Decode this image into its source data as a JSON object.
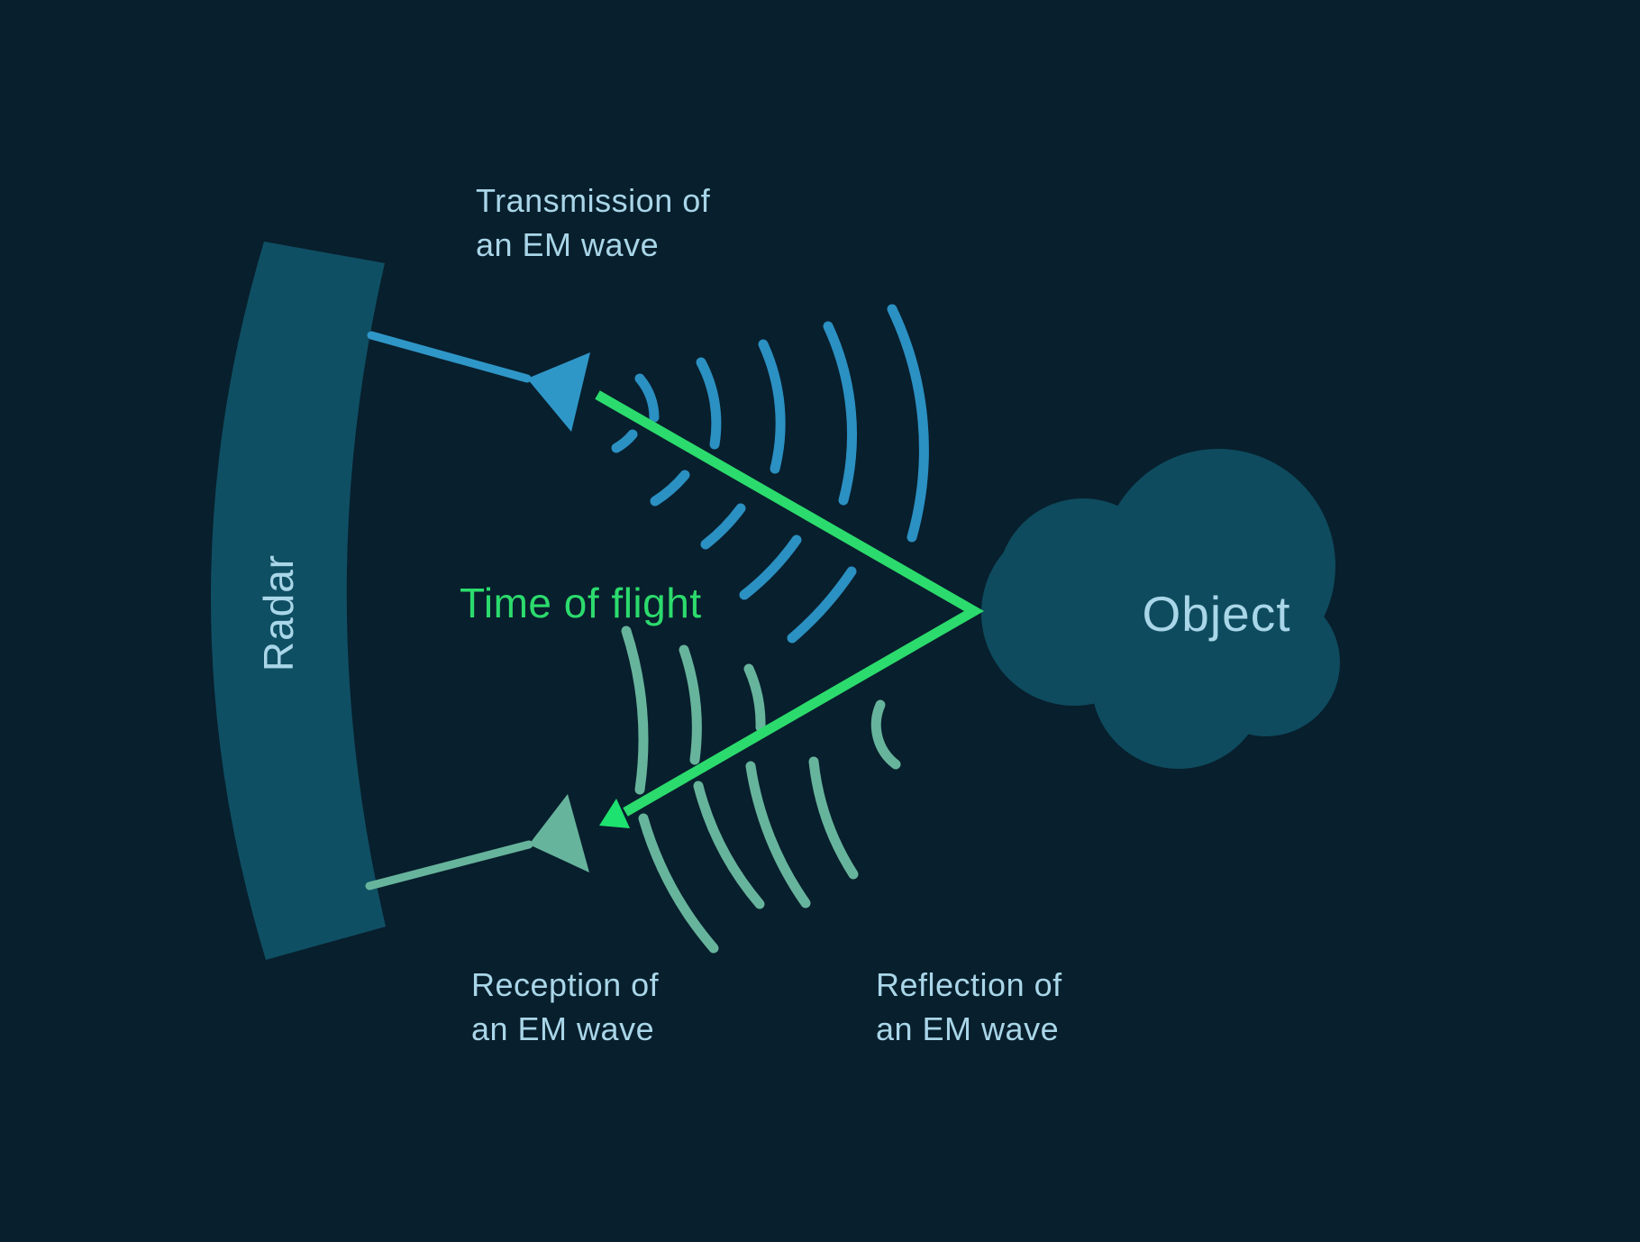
{
  "diagram": {
    "radar": {
      "label": "Radar"
    },
    "object": {
      "label": "Object"
    },
    "flight": {
      "label": "Time of flight"
    },
    "transmission": {
      "line1": "Transmission of",
      "line2": "an EM wave"
    },
    "reception": {
      "line1": "Reception of",
      "line2": "an EM wave"
    },
    "reflection": {
      "line1": "Reflection of",
      "line2": "an EM wave"
    }
  },
  "colors": {
    "background": "#081F2D",
    "radar_fill": "#0F4F63",
    "object_fill": "#0E4B5E",
    "label_text": "#A9D6E8",
    "transmit_blue": "#2F97C8",
    "wave_blue": "#2B90C2",
    "receive_sage": "#67B49C",
    "flight_green": "#2CDB6D",
    "arrow_green": "#1EE26F"
  }
}
